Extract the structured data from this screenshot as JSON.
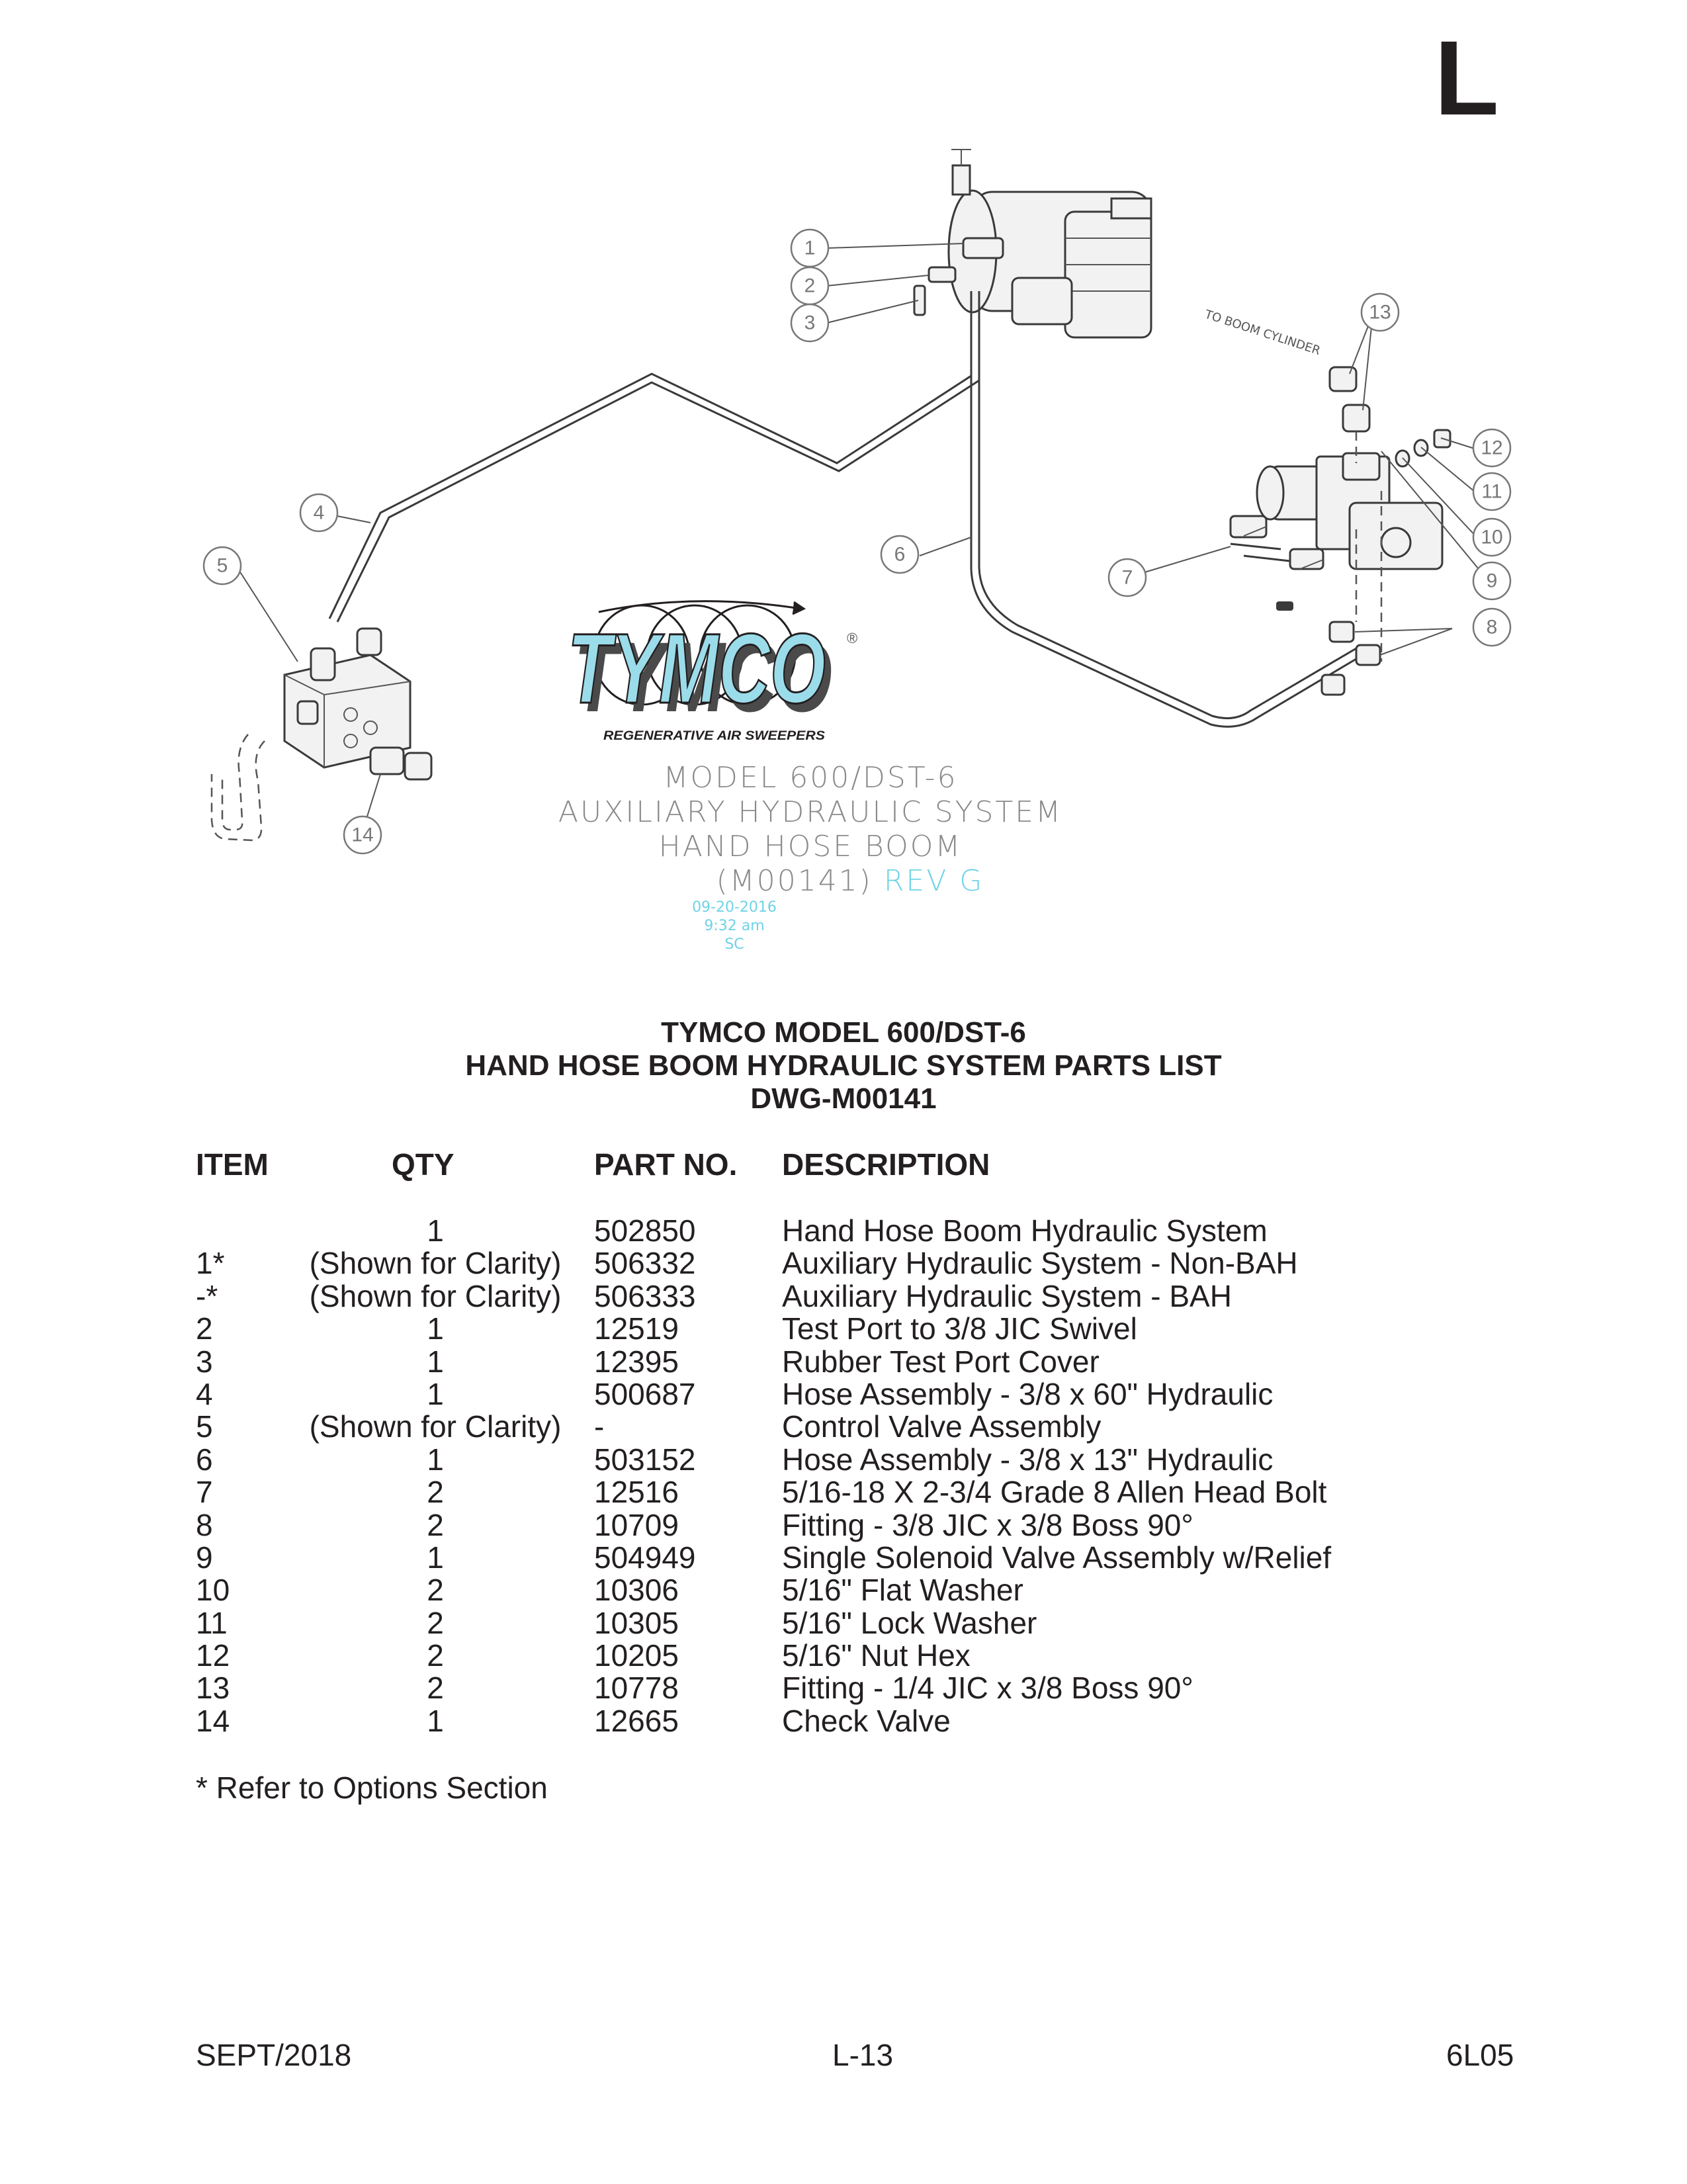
{
  "section_letter": "L",
  "drawing": {
    "note": "TO BOOM CYLINDER",
    "balloons": [
      "1",
      "2",
      "3",
      "4",
      "5",
      "6",
      "7",
      "8",
      "9",
      "10",
      "11",
      "12",
      "13",
      "14"
    ],
    "logo": {
      "brand": "TYMCO",
      "registered": "®",
      "tagline": "REGENERATIVE AIR SWEEPERS",
      "colors": {
        "fill": "#9bdcea",
        "outline": "#231f20",
        "shadow": "#4a4a4a"
      }
    },
    "stamp": {
      "lines": [
        "MODEL 600/DST-6",
        "AUXILIARY HYDRAULIC SYSTEM",
        "HAND HOSE BOOM"
      ],
      "drawing_no": "(M00141)",
      "rev": "REV G",
      "date": "09-20-2016",
      "time": "9:32 am",
      "initials": "SC"
    }
  },
  "heading": {
    "line1": "TYMCO MODEL 600/DST-6",
    "line2": "HAND HOSE BOOM HYDRAULIC SYSTEM PARTS LIST",
    "line3": "DWG-M00141"
  },
  "parts_table": {
    "headers": {
      "item": "ITEM",
      "qty": "QTY",
      "part_no": "PART NO.",
      "description": "DESCRIPTION"
    },
    "rows": [
      {
        "item": "",
        "qty": "1",
        "part_no": "502850",
        "description": "Hand Hose Boom Hydraulic System"
      },
      {
        "item": "1*",
        "qty": "(Shown for Clarity)",
        "part_no": "506332",
        "description": "Auxiliary Hydraulic System - Non-BAH"
      },
      {
        "item": "-*",
        "qty": "(Shown for Clarity)",
        "part_no": "506333",
        "description": "Auxiliary Hydraulic System - BAH"
      },
      {
        "item": "2",
        "qty": "1",
        "part_no": "12519",
        "description": "Test Port to 3/8 JIC Swivel"
      },
      {
        "item": "3",
        "qty": "1",
        "part_no": "12395",
        "description": "Rubber Test Port Cover"
      },
      {
        "item": "4",
        "qty": "1",
        "part_no": "500687",
        "description": "Hose Assembly - 3/8 x 60\" Hydraulic"
      },
      {
        "item": "5",
        "qty": "(Shown for Clarity)",
        "part_no": "-",
        "description": "Control Valve Assembly"
      },
      {
        "item": "6",
        "qty": "1",
        "part_no": "503152",
        "description": "Hose Assembly - 3/8 x 13\" Hydraulic"
      },
      {
        "item": "7",
        "qty": "2",
        "part_no": "12516",
        "description": "5/16-18 X 2-3/4 Grade 8 Allen Head Bolt"
      },
      {
        "item": "8",
        "qty": "2",
        "part_no": "10709",
        "description": "Fitting - 3/8 JIC x 3/8 Boss 90°"
      },
      {
        "item": "9",
        "qty": "1",
        "part_no": "504949",
        "description": "Single Solenoid Valve Assembly w/Relief"
      },
      {
        "item": "10",
        "qty": "2",
        "part_no": "10306",
        "description": "5/16\" Flat Washer"
      },
      {
        "item": "11",
        "qty": "2",
        "part_no": "10305",
        "description": "5/16\" Lock Washer"
      },
      {
        "item": "12",
        "qty": "2",
        "part_no": "10205",
        "description": "5/16\" Nut Hex"
      },
      {
        "item": "13",
        "qty": "2",
        "part_no": "10778",
        "description": "Fitting - 1/4 JIC x 3/8 Boss 90°"
      },
      {
        "item": "14",
        "qty": "1",
        "part_no": "12665",
        "description": "Check Valve"
      }
    ]
  },
  "footnote": "* Refer to Options Section",
  "footer": {
    "left": "SEPT/2018",
    "center": "L-13",
    "right": "6L05"
  }
}
